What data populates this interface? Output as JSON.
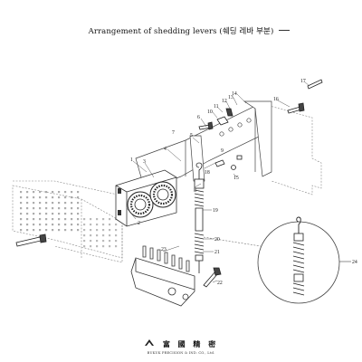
{
  "header": {
    "title": "Arrangement of shedding levers (쉐딩 레바 부분)"
  },
  "diagram": {
    "part_labels": [
      "1",
      "2",
      "3",
      "4",
      "5",
      "6",
      "7",
      "8",
      "9",
      "10",
      "11",
      "12",
      "13",
      "14",
      "15",
      "16",
      "17",
      "18",
      "19",
      "20",
      "21",
      "22",
      "23",
      "24"
    ]
  },
  "footer": {
    "brand_korean": "富 國 精 密",
    "brand_english": "BUKUK PRECISION & IND. CO., Ltd."
  }
}
